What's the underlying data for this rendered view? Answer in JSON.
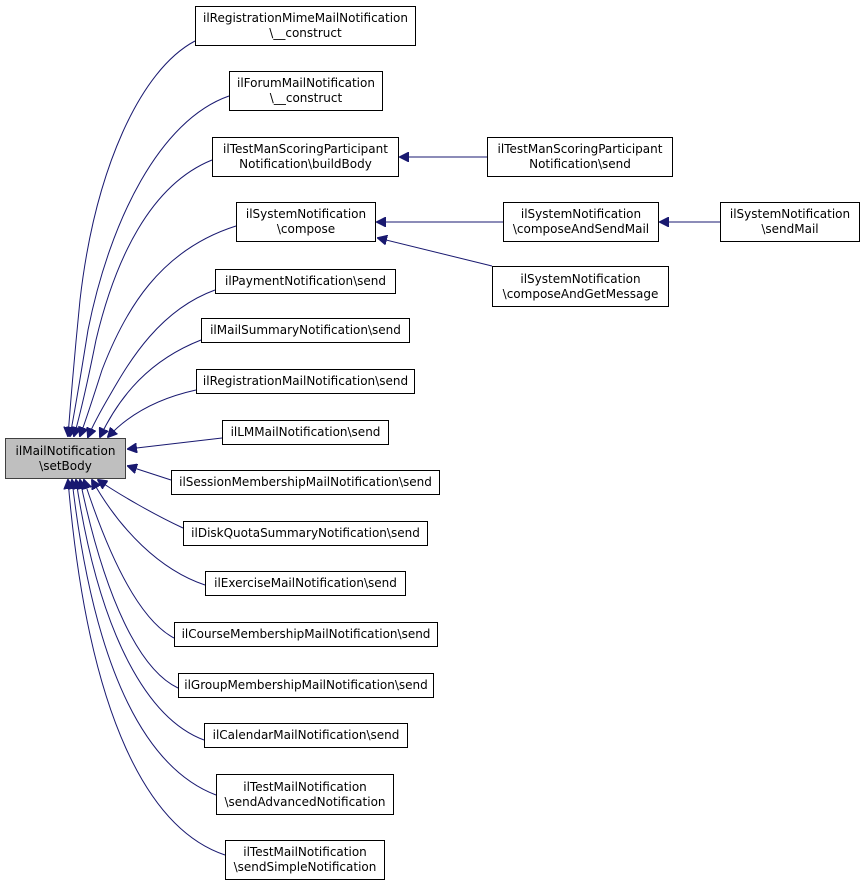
{
  "graph": {
    "root": {
      "line1": "ilMailNotification",
      "line2": "\\setBody"
    },
    "nodes": [
      {
        "line1": "ilRegistrationMimeMailNotification",
        "line2": "\\__construct"
      },
      {
        "line1": "ilForumMailNotification",
        "line2": "\\__construct"
      },
      {
        "line1": "ilTestManScoringParticipant",
        "line2": "Notification\\buildBody"
      },
      {
        "line1": "ilTestManScoringParticipant",
        "line2": "Notification\\send"
      },
      {
        "line1": "ilSystemNotification",
        "line2": "\\compose"
      },
      {
        "line1": "ilSystemNotification",
        "line2": "\\composeAndSendMail"
      },
      {
        "line1": "ilSystemNotification",
        "line2": "\\sendMail"
      },
      {
        "line1": "ilSystemNotification",
        "line2": "\\composeAndGetMessage"
      },
      {
        "line1": "ilPaymentNotification\\send",
        "line2": ""
      },
      {
        "line1": "ilMailSummaryNotification\\send",
        "line2": ""
      },
      {
        "line1": "ilRegistrationMailNotification\\send",
        "line2": ""
      },
      {
        "line1": "ilLMMailNotification\\send",
        "line2": ""
      },
      {
        "line1": "ilSessionMembershipMailNotification\\send",
        "line2": ""
      },
      {
        "line1": "ilDiskQuotaSummaryNotification\\send",
        "line2": ""
      },
      {
        "line1": "ilExerciseMailNotification\\send",
        "line2": ""
      },
      {
        "line1": "ilCourseMembershipMailNotification\\send",
        "line2": ""
      },
      {
        "line1": "ilGroupMembershipMailNotification\\send",
        "line2": ""
      },
      {
        "line1": "ilCalendarMailNotification\\send",
        "line2": ""
      },
      {
        "line1": "ilTestMailNotification",
        "line2": "\\sendAdvancedNotification"
      },
      {
        "line1": "ilTestMailNotification",
        "line2": "\\sendSimpleNotification"
      }
    ]
  },
  "colors": {
    "edge": "#191970",
    "root_fill": "#bfbfbf",
    "node_border": "#000000"
  }
}
